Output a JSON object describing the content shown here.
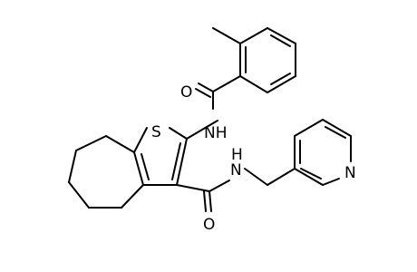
{
  "molecule": {
    "atoms": {
      "sulfur": "S",
      "amide_oxygen_top": "O",
      "amide_nh_top": "NH",
      "amide_oxygen_bottom": "O",
      "amide_nh_bottom": "N",
      "amide_nh_bottom_h": "H",
      "pyridine_nitrogen": "N"
    }
  }
}
